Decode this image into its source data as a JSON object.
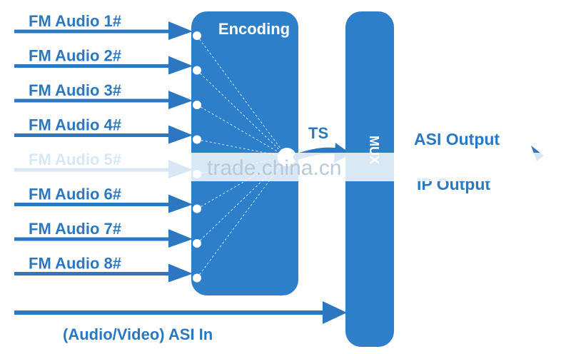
{
  "colors": {
    "primary": "#2f7fc8",
    "box": "#2e7fc9",
    "line": "#2c77c0",
    "text": "#2b78c2",
    "watermark": "#b9c9d8"
  },
  "inputs": [
    {
      "label": "FM Audio 1#"
    },
    {
      "label": "FM Audio 2#"
    },
    {
      "label": "FM Audio 3#"
    },
    {
      "label": "FM Audio 4#"
    },
    {
      "label": "FM Audio 5#"
    },
    {
      "label": "FM Audio 6#"
    },
    {
      "label": "FM Audio 7#"
    },
    {
      "label": "FM Audio 8#"
    }
  ],
  "encoder": {
    "title": "Encoding"
  },
  "ts_label": "TS",
  "mux": {
    "title": "MUX"
  },
  "outputs": {
    "asi": "ASI Output",
    "ip": "IP Output"
  },
  "asi_in": {
    "label": "(Audio/Video) ASI In"
  },
  "watermark": "trade.china.cn"
}
